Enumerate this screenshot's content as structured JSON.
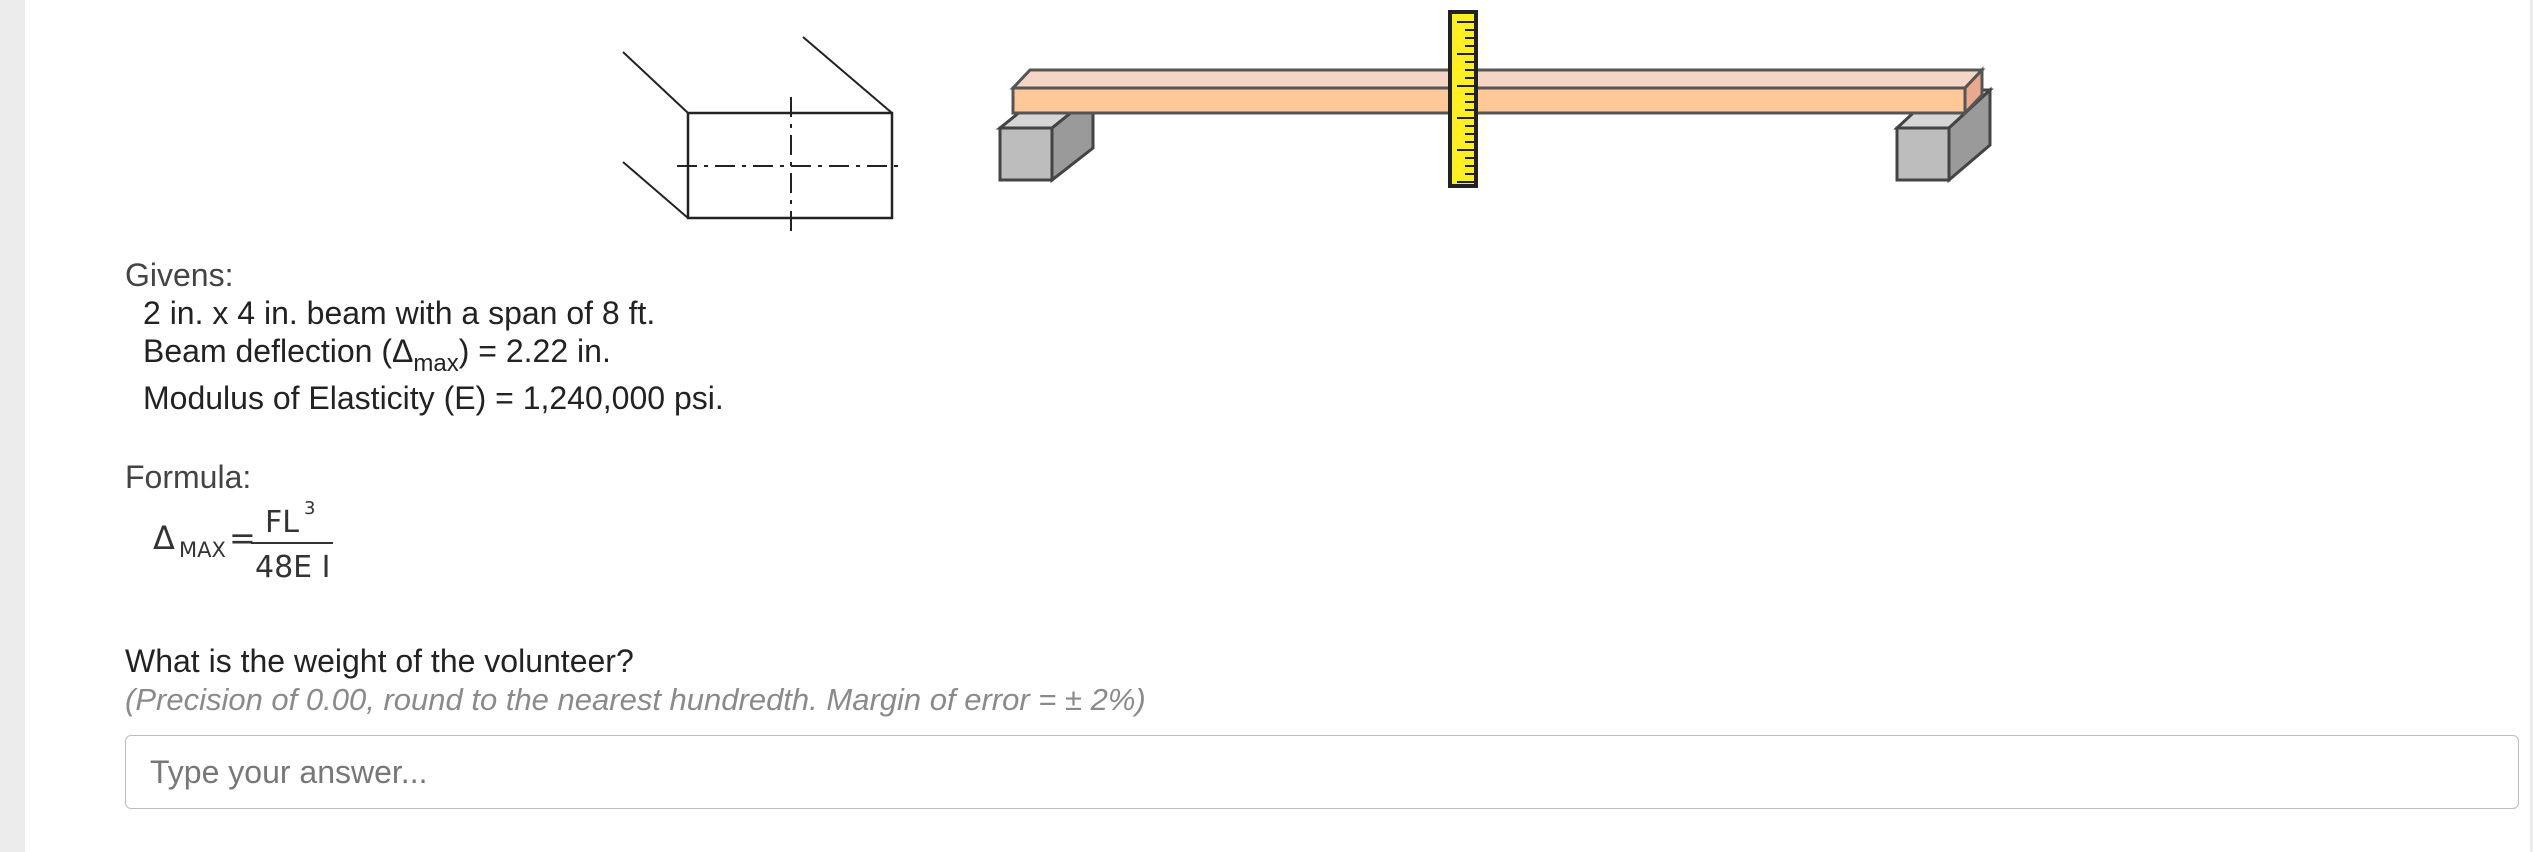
{
  "givens": {
    "title": "Givens:",
    "line1": "2 in. x 4 in. beam with a span of 8 ft.",
    "line2_prefix": "Beam deflection (Δ",
    "line2_sub": "max",
    "line2_suffix": ") = 2.22 in.",
    "line3": "Modulus of Elasticity (E) = 1,240,000 psi."
  },
  "formula": {
    "title": "Formula:",
    "delta": "Δ",
    "delta_sub": "MAX",
    "equals": "=",
    "numerator": "FL",
    "numerator_exp": "3",
    "denominator": "48E I"
  },
  "question": {
    "text": "What is the weight of the volunteer?",
    "hint": "(Precision of 0.00, round to the nearest hundredth. Margin of error = ± 2%)"
  },
  "answer": {
    "placeholder": "Type your answer...",
    "value": ""
  },
  "colors": {
    "beam_top": "#f5d6c6",
    "beam_front": "#ffc899",
    "ruler": "#ffee22",
    "support": "#bdbdbd"
  }
}
